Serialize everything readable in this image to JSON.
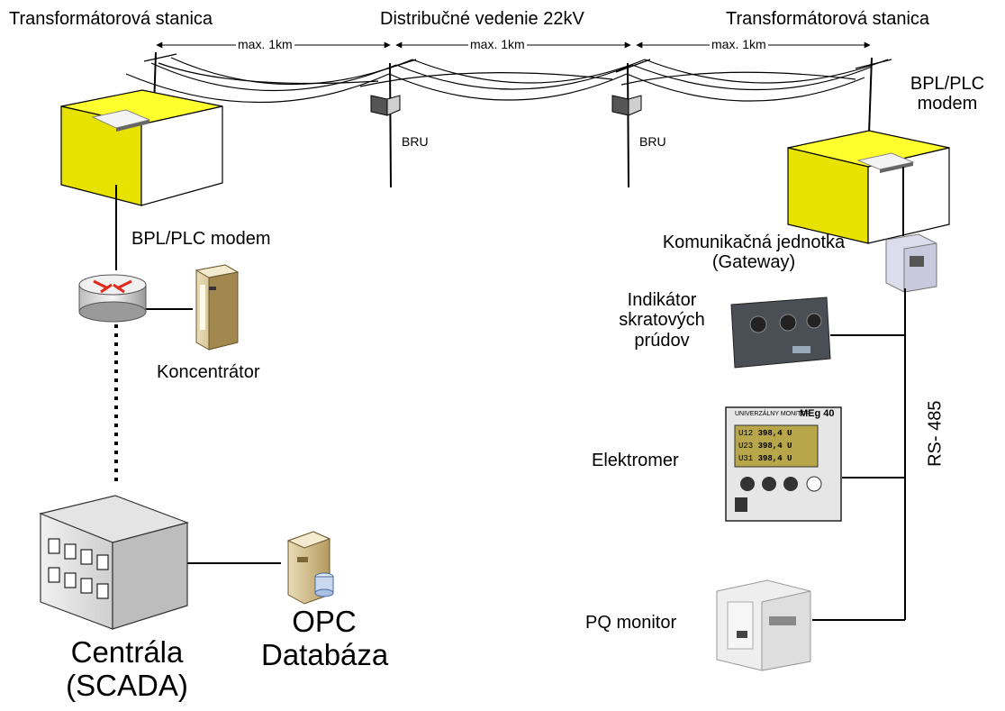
{
  "header": {
    "left_station": "Transformátorová stanica",
    "middle_line": "Distribučné vedenie 22kV",
    "right_station": "Transformátorová stanica",
    "distances": [
      "max. 1km",
      "max. 1km",
      "max. 1km"
    ]
  },
  "bru_labels": [
    "BRU",
    "BRU"
  ],
  "left": {
    "modem_label": "BPL/PLC modem",
    "concentrator_label": "Koncentrátor",
    "central_label": "Centrála (SCADA)",
    "opc_label": "OPC Databáza"
  },
  "right": {
    "modem_label": "BPL/PLC modem",
    "gateway_label": "Komunikačná jednotka (Gateway)",
    "indicator_label": "Indikátor skratových prúdov",
    "meter_label": "Elektromer",
    "pq_label": "PQ monitor",
    "bus_label": "RS- 485",
    "meter_brand": "MEg 40",
    "meter_title": "UNIVERZÁLNY MONITOR",
    "meter_rows": [
      {
        "name": "U12",
        "value": "398,4 U"
      },
      {
        "name": "U23",
        "value": "398,4 U"
      },
      {
        "name": "U31",
        "value": "398,4 U"
      }
    ]
  },
  "colors": {
    "substation_top": "#ffff2e",
    "substation_front": "#e7e200",
    "substation_side": "#ffffff",
    "line": "#000000"
  }
}
